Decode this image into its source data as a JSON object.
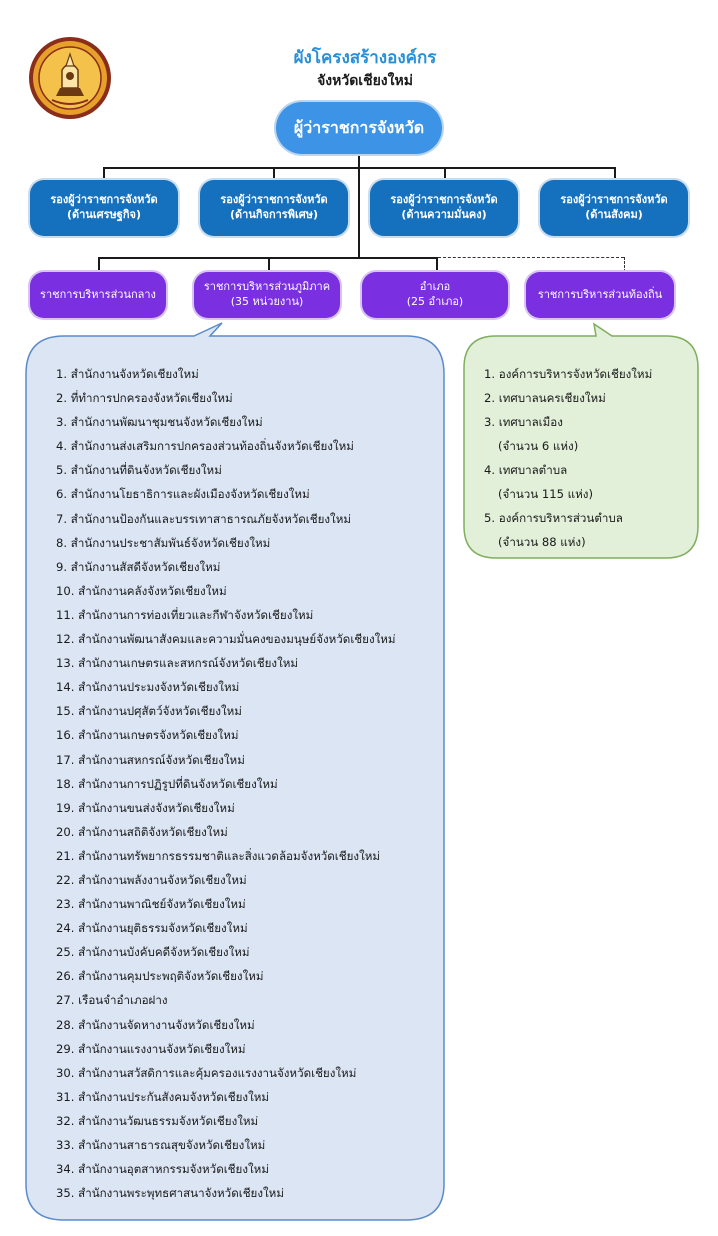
{
  "header": {
    "title": "ผังโครงสร้างองค์กร",
    "subtitle": "จังหวัดเชียงใหม่"
  },
  "governor": {
    "label": "ผู้ว่าราชการจังหวัด"
  },
  "deputies": [
    {
      "line1": "รองผู้ว่าราชการจังหวัด",
      "line2": "(ด้านเศรษฐกิจ)"
    },
    {
      "line1": "รองผู้ว่าราชการจังหวัด",
      "line2": "(ด้านกิจการพิเศษ)"
    },
    {
      "line1": "รองผู้ว่าราชการจังหวัด",
      "line2": "(ด้านความมั่นคง)"
    },
    {
      "line1": "รองผู้ว่าราชการจังหวัด",
      "line2": "(ด้านสังคม)"
    }
  ],
  "admin_units": [
    {
      "line1": "ราชการบริหารส่วนกลาง",
      "line2": ""
    },
    {
      "line1": "ราชการบริหารส่วนภูมิภาค",
      "line2": "(35 หน่วยงาน)"
    },
    {
      "line1": "อำเภอ",
      "line2": "(25 อำเภอ)"
    },
    {
      "line1": "ราชการบริหารส่วนท้องถิ่น",
      "line2": ""
    }
  ],
  "regional_offices": [
    "1. สำนักงานจังหวัดเชียงใหม่",
    "2. ที่ทำการปกครองจังหวัดเชียงใหม่",
    "3. สำนักงานพัฒนาชุมชนจังหวัดเชียงใหม่",
    "4. สำนักงานส่งเสริมการปกครองส่วนท้องถิ่นจังหวัดเชียงใหม่",
    "5. สำนักงานที่ดินจังหวัดเชียงใหม่",
    "6. สำนักงานโยธาธิการและผังเมืองจังหวัดเชียงใหม่",
    "7. สำนักงานป้องกันและบรรเทาสาธารณภัยจังหวัดเชียงใหม่",
    "8. สำนักงานประชาสัมพันธ์จังหวัดเชียงใหม่",
    "9. สำนักงานสัสดีจังหวัดเชียงใหม่",
    "10. สำนักงานคลังจังหวัดเชียงใหม่",
    "11. สำนักงานการท่องเที่ยวและกีฬาจังหวัดเชียงใหม่",
    "12. สำนักงานพัฒนาสังคมและความมั่นคงของมนุษย์จังหวัดเชียงใหม่",
    "13. สำนักงานเกษตรและสหกรณ์จังหวัดเชียงใหม่",
    "14. สำนักงานประมงจังหวัดเชียงใหม่",
    "15. สำนักงานปศุสัตว์จังหวัดเชียงใหม่",
    "16. สำนักงานเกษตรจังหวัดเชียงใหม่",
    "17. สำนักงานสหกรณ์จังหวัดเชียงใหม่",
    "18. สำนักงานการปฏิรูปที่ดินจังหวัดเชียงใหม่",
    "19. สำนักงานขนส่งจังหวัดเชียงใหม่",
    "20. สำนักงานสถิติจังหวัดเชียงใหม่",
    "21. สำนักงานทรัพยากรธรรมชาติและสิ่งแวดล้อมจังหวัดเชียงใหม่",
    "22. สำนักงานพลังงานจังหวัดเชียงใหม่",
    "23. สำนักงานพาณิชย์จังหวัดเชียงใหม่",
    "24. สำนักงานยุติธรรมจังหวัดเชียงใหม่",
    "25. สำนักงานบังคับคดีจังหวัดเชียงใหม่",
    "26. สำนักงานคุมประพฤติจังหวัดเชียงใหม่",
    "27. เรือนจำอำเภอฝาง",
    "28. สำนักงานจัดหางานจังหวัดเชียงใหม่",
    "29. สำนักงานแรงงานจังหวัดเชียงใหม่",
    "30. สำนักงานสวัสดิการและคุ้มครองแรงงานจังหวัดเชียงใหม่",
    "31. สำนักงานประกันสังคมจังหวัดเชียงใหม่",
    "32. สำนักงานวัฒนธรรมจังหวัดเชียงใหม่",
    "33. สำนักงานสาธารณสุขจังหวัดเชียงใหม่",
    "34. สำนักงานอุตสาหกรรมจังหวัดเชียงใหม่",
    "35. สำนักงานพระพุทธศาสนาจังหวัดเชียงใหม่"
  ],
  "local_units": [
    "1. องค์การบริหารจังหวัดเชียงใหม่",
    "2. เทศบาลนครเชียงใหม่",
    "3. เทศบาลเมือง",
    "(จำนวน 6 แห่ง)",
    "4. เทศบาลตำบล",
    "(จำนวน 115 แห่ง)",
    "5. องค์การบริหารส่วนตำบล",
    "(จำนวน 88 แห่ง)"
  ],
  "colors": {
    "title": "#2a8fd6",
    "governor": "#3d93e6",
    "deputy": "#1570bd",
    "admin_unit": "#7a2fe0",
    "regional_panel": "#dbe5f4",
    "local_panel": "#e2efd9"
  },
  "icons": {
    "logo": "chiang-mai-province-seal"
  }
}
